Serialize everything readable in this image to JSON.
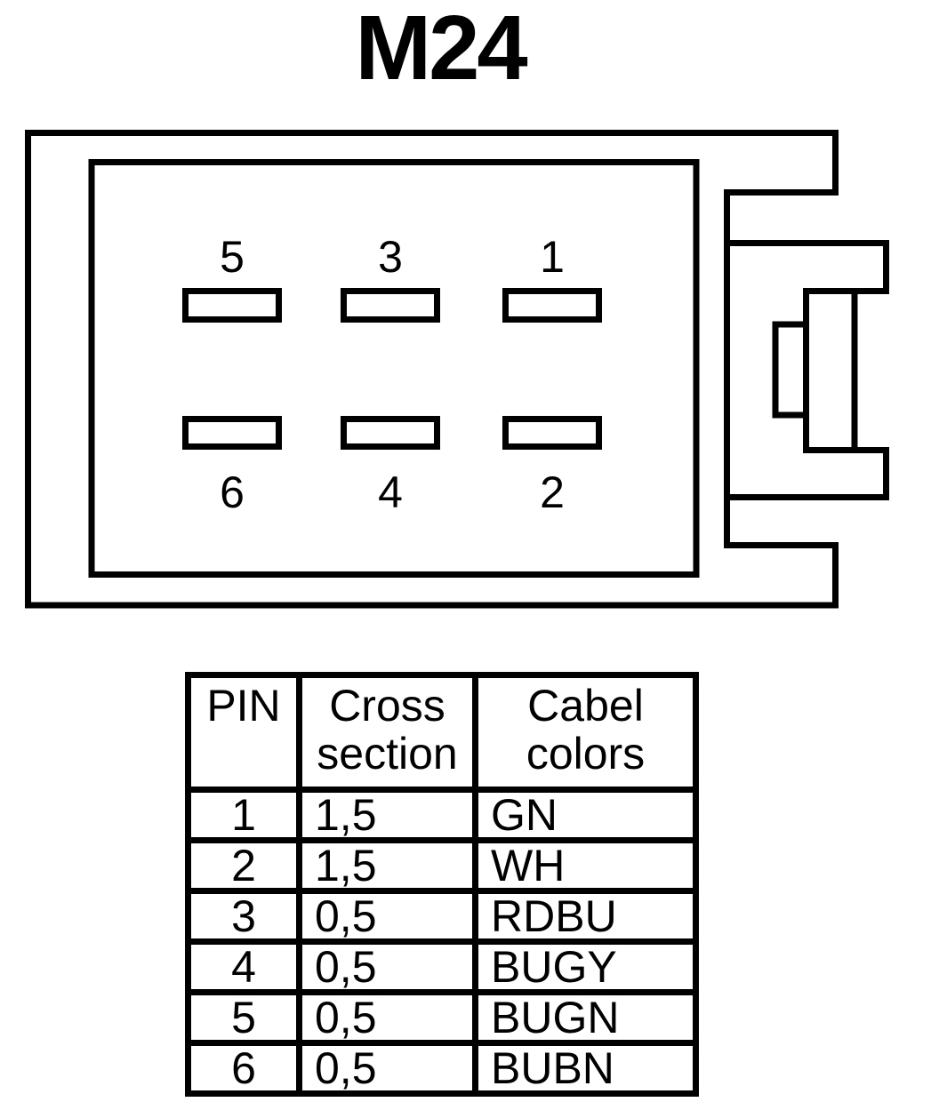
{
  "title": "M24",
  "colors": {
    "line": "#000000",
    "background": "#ffffff"
  },
  "connector": {
    "pins_top": [
      "5",
      "3",
      "1"
    ],
    "pins_bottom": [
      "6",
      "4",
      "2"
    ]
  },
  "table": {
    "headers": [
      {
        "id": "pin",
        "lines": [
          "PIN"
        ]
      },
      {
        "id": "cross_section",
        "lines": [
          "Cross",
          "section"
        ]
      },
      {
        "id": "cable_colors",
        "lines": [
          "Cabel",
          "colors"
        ]
      }
    ],
    "rows": [
      {
        "pin": "1",
        "cross_section": "1,5",
        "cable_color": "GN"
      },
      {
        "pin": "2",
        "cross_section": "1,5",
        "cable_color": "WH"
      },
      {
        "pin": "3",
        "cross_section": "0,5",
        "cable_color": "RDBU"
      },
      {
        "pin": "4",
        "cross_section": "0,5",
        "cable_color": "BUGY"
      },
      {
        "pin": "5",
        "cross_section": "0,5",
        "cable_color": "BUGN"
      },
      {
        "pin": "6",
        "cross_section": "0,5",
        "cable_color": "BUBN"
      }
    ]
  }
}
